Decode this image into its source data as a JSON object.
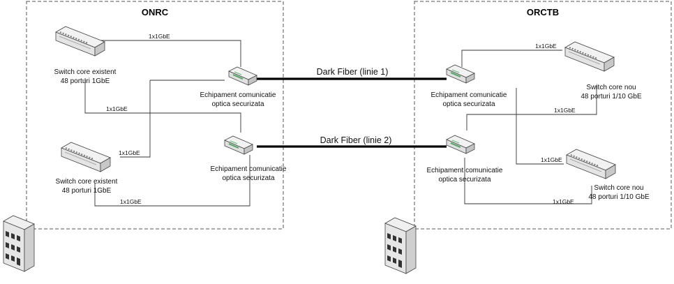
{
  "colors": {
    "line": "#333333",
    "fiber": "#000000",
    "boundary": "#555555",
    "device_face": "#e6e6e6",
    "device_top": "#f2f2f2",
    "device_side": "#c8c8c8",
    "port_green": "#6fbf7d"
  },
  "sites": {
    "left": {
      "title": "ONRC"
    },
    "right": {
      "title": "ORCTB"
    }
  },
  "devices": {
    "onrc_switch_1": {
      "icon": "switch-icon",
      "line1": "Switch core existent",
      "line2": "48 porturi 1GbE"
    },
    "onrc_switch_2": {
      "icon": "switch-icon",
      "line1": "Switch core existent",
      "line2": "48 porturi 1GbE"
    },
    "onrc_opt_1": {
      "icon": "optical-device-icon",
      "line1": "Echipament comunicatie",
      "line2": "optica securizata"
    },
    "onrc_opt_2": {
      "icon": "optical-device-icon",
      "line1": "Echipament comunicatie",
      "line2": "optica securizata"
    },
    "orctb_opt_1": {
      "icon": "optical-device-icon",
      "line1": "Echipament comunicatie",
      "line2": "optica securizata"
    },
    "orctb_opt_2": {
      "icon": "optical-device-icon",
      "line1": "Echipament comunicatie",
      "line2": "optica securizata"
    },
    "orctb_switch_1": {
      "icon": "switch-icon",
      "line1": "Switch core nou",
      "line2": "48 porturi 1/10 GbE"
    },
    "orctb_switch_2": {
      "icon": "switch-icon",
      "line1": "Switch core nou",
      "line2": "48 porturi 1/10 GbE"
    }
  },
  "links": {
    "fiber_1": "Dark Fiber (linie 1)",
    "fiber_2": "Dark Fiber (linie 2)",
    "l1": "1x1GbE",
    "l2": "1x1GbE",
    "l3": "1x1GbE",
    "l4": "1x1GbE",
    "r1": "1x1GbE",
    "r2": "1x1GbE",
    "r3": "1x1GbE",
    "r4": "1x1GbE"
  },
  "buildings": {
    "left": "building-icon",
    "right": "building-icon"
  }
}
